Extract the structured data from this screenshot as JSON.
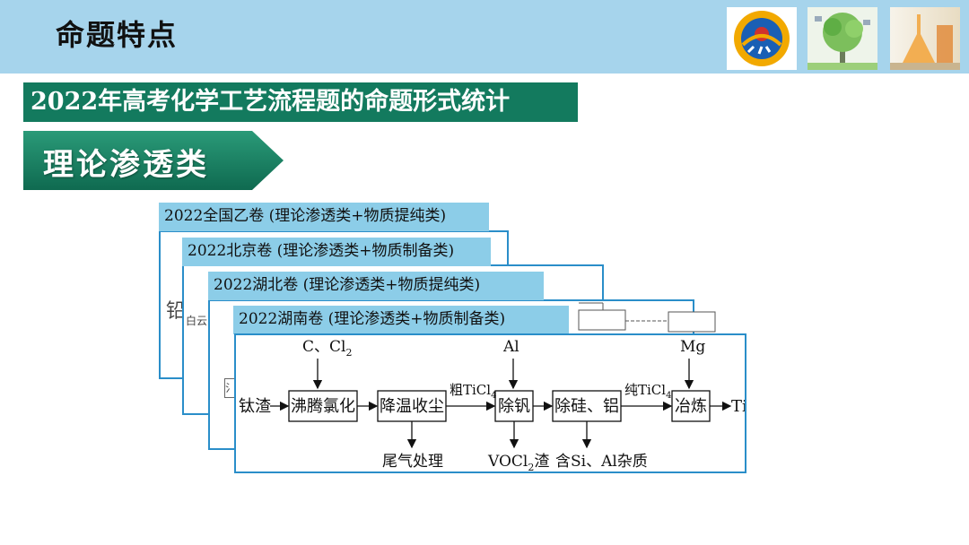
{
  "header": {
    "title": "命题特点",
    "logos": [
      "school-emblem",
      "tree-network-image",
      "lab-flask-image"
    ]
  },
  "subtitle": "2022年高考化学工艺流程题的命题形式统计",
  "category": "理论渗透类",
  "cards": [
    {
      "tab": "2022全国乙卷 (理论渗透类+物质提纯类)",
      "peek": "铅"
    },
    {
      "tab": "2022北京卷 (理论渗透类+物质制备类)",
      "peek": "白云"
    },
    {
      "tab": "2022湖北卷 (理论渗透类+物质提纯类)",
      "peek": "氵"
    },
    {
      "tab": "2022湖南卷 (理论渗透类+物质制备类)"
    }
  ],
  "flow": {
    "inputs": {
      "c_cl2": "C、Cl",
      "c_cl2_sub": "2",
      "al": "Al",
      "mg": "Mg"
    },
    "start": "钛渣",
    "boxes": [
      "沸腾氯化",
      "降温收尘",
      "除钒",
      "除硅、铝",
      "冶炼"
    ],
    "edge_labels": {
      "crude": "粗TiCl",
      "crude_sub": "4",
      "pure": "纯TiCl",
      "pure_sub": "4"
    },
    "end": "Ti",
    "outputs": {
      "tail_gas": "尾气处理",
      "vocl2": "VOCl",
      "vocl2_sub": "2",
      "vocl2_tail": "渣",
      "si_al": "含Si、Al杂质"
    }
  },
  "colors": {
    "header_band": "#a6d4ec",
    "subtitle_bg": "#137a5e",
    "card_border": "#2a8ec9",
    "card_tab": "#8ccde8"
  }
}
